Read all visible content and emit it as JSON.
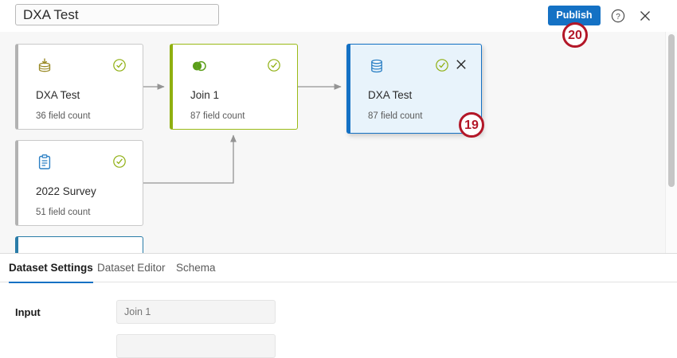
{
  "topbar": {
    "title_value": "DXA Test",
    "title_placeholder": "Dataset name",
    "publish_label": "Publish",
    "help_icon": "question-circle-icon",
    "close_icon": "close-icon"
  },
  "canvas": {
    "nodes": [
      {
        "id": "input-dxa",
        "title": "DXA Test",
        "subtitle": "36 field count",
        "icon": "data-import-icon",
        "status_icon": "check-circle-icon"
      },
      {
        "id": "join",
        "title": "Join 1",
        "subtitle": "87 field count",
        "icon": "join-venn-icon",
        "status_icon": "check-circle-icon"
      },
      {
        "id": "output-dxa",
        "title": "DXA Test",
        "subtitle": "87 field count",
        "icon": "database-icon",
        "status_icon": "check-circle-icon",
        "close_icon": "close-icon"
      },
      {
        "id": "survey",
        "title": "2022 Survey",
        "subtitle": "51 field count",
        "icon": "clipboard-survey-icon",
        "status_icon": "check-circle-icon"
      }
    ],
    "scrollbar": "vertical-scrollbar"
  },
  "bottom_panel": {
    "tabs": [
      {
        "label": "Dataset Settings",
        "active": true
      },
      {
        "label": "Dataset Editor",
        "active": false
      },
      {
        "label": "Schema",
        "active": false
      }
    ],
    "input_label": "Input",
    "input_value": "",
    "input_placeholder": "Join 1"
  },
  "annotations": [
    {
      "id": "badge-20",
      "label": "20"
    },
    {
      "id": "badge-19",
      "label": "19"
    }
  ],
  "colors": {
    "accent_blue": "#1471c4",
    "selected_olive": "#8faf10",
    "annotation_red": "#b31728",
    "canvas_bg": "#f7f7f7"
  }
}
